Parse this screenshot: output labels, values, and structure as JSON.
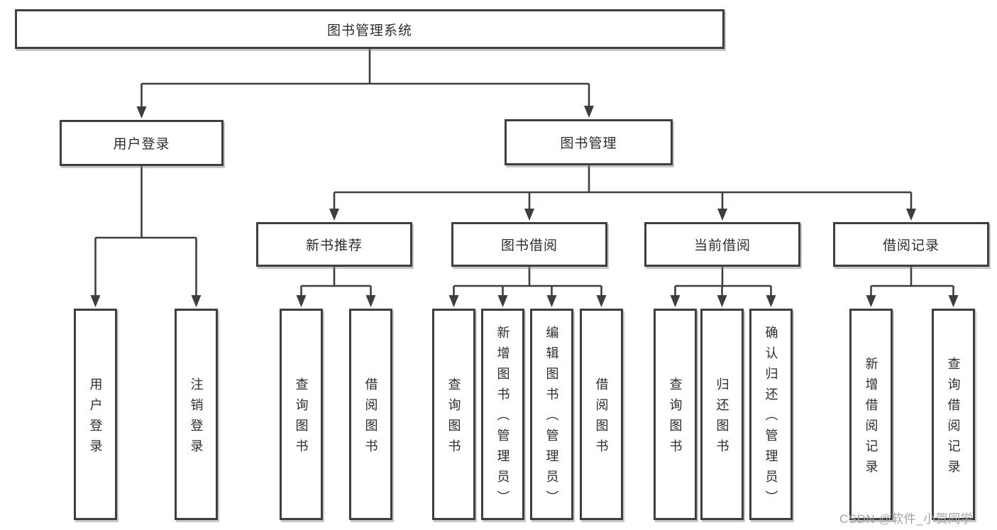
{
  "tree": {
    "root": {
      "label": "图书管理系统"
    },
    "branches": [
      {
        "label": "用户登录",
        "children": [
          {
            "label": "用户登录"
          },
          {
            "label": "注销登录"
          }
        ]
      },
      {
        "label": "图书管理",
        "children": [
          {
            "label": "新书推荐",
            "children": [
              {
                "label": "查询图书"
              },
              {
                "label": "借阅图书"
              }
            ]
          },
          {
            "label": "图书借阅",
            "children": [
              {
                "label": "查询图书"
              },
              {
                "label": "新增图书（管理员）"
              },
              {
                "label": "编辑图书（管理员）"
              },
              {
                "label": "借阅图书"
              }
            ]
          },
          {
            "label": "当前借阅",
            "children": [
              {
                "label": "查询图书"
              },
              {
                "label": "归还图书"
              },
              {
                "label": "确认归还（管理员）"
              }
            ]
          },
          {
            "label": "借阅记录",
            "children": [
              {
                "label": "新增借阅记录"
              },
              {
                "label": "查询借阅记录"
              }
            ]
          }
        ]
      }
    ]
  },
  "watermark": {
    "text": "CSDN @软件_小贺同学"
  },
  "colors": {
    "line": "#3e3e3e",
    "box_border": "#3e3e3e",
    "text": "#2d2d2d",
    "watermark_text": "#a3a3a3",
    "background": "#ffffff"
  }
}
